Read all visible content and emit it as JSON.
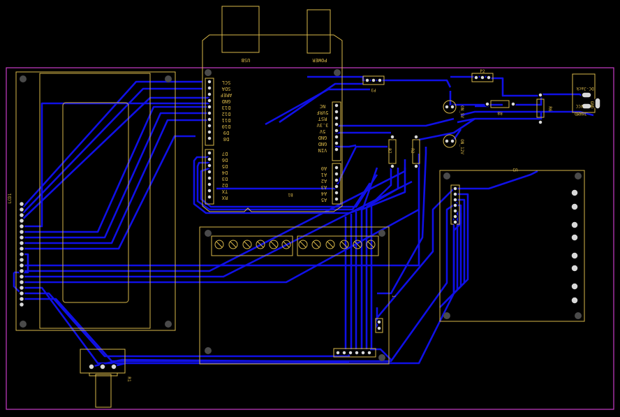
{
  "board": {
    "background": "#000000",
    "edge_color": "#c83cc8",
    "silk_color": "#d9b84a",
    "trace_color": "#1010e6",
    "pad_color": "#d8d8d8"
  },
  "arduino": {
    "usb_label": "USB",
    "power_label": "POWER",
    "ref_label": "B1",
    "left_pins": [
      "SCL",
      "SDA",
      "AREF",
      "GND",
      "D13",
      "D12",
      "D11",
      "D10",
      "D9",
      "D8"
    ],
    "left_pins2": [
      "D7",
      "D6",
      "D5",
      "D4",
      "D3",
      "D2",
      "TX",
      "RX"
    ],
    "right_pins": [
      "NC",
      "5VRF",
      "RST",
      "3.3V",
      "5V",
      "GND",
      "GND",
      "VIN"
    ],
    "right_pins2": [
      "A0",
      "A1",
      "A2",
      "A3",
      "A4",
      "A5"
    ]
  },
  "parts": {
    "lcd_ref": "LCD1",
    "pot_ref": "R1",
    "relay_ref": "U3",
    "terminal_ref": "1",
    "p3_ref": "P3",
    "p2_ref": "P2",
    "r8_ref": "R8",
    "r6_ref": "R6",
    "r7_ref": "R7",
    "r2_ref": "R2",
    "led_5v": "ON_5V",
    "led_12v": "ON_12V",
    "dc_jack": "DC-Jack",
    "vcc_label": "VCC",
    "gnd_label": "GND",
    "dc_note": "JHAMD"
  }
}
